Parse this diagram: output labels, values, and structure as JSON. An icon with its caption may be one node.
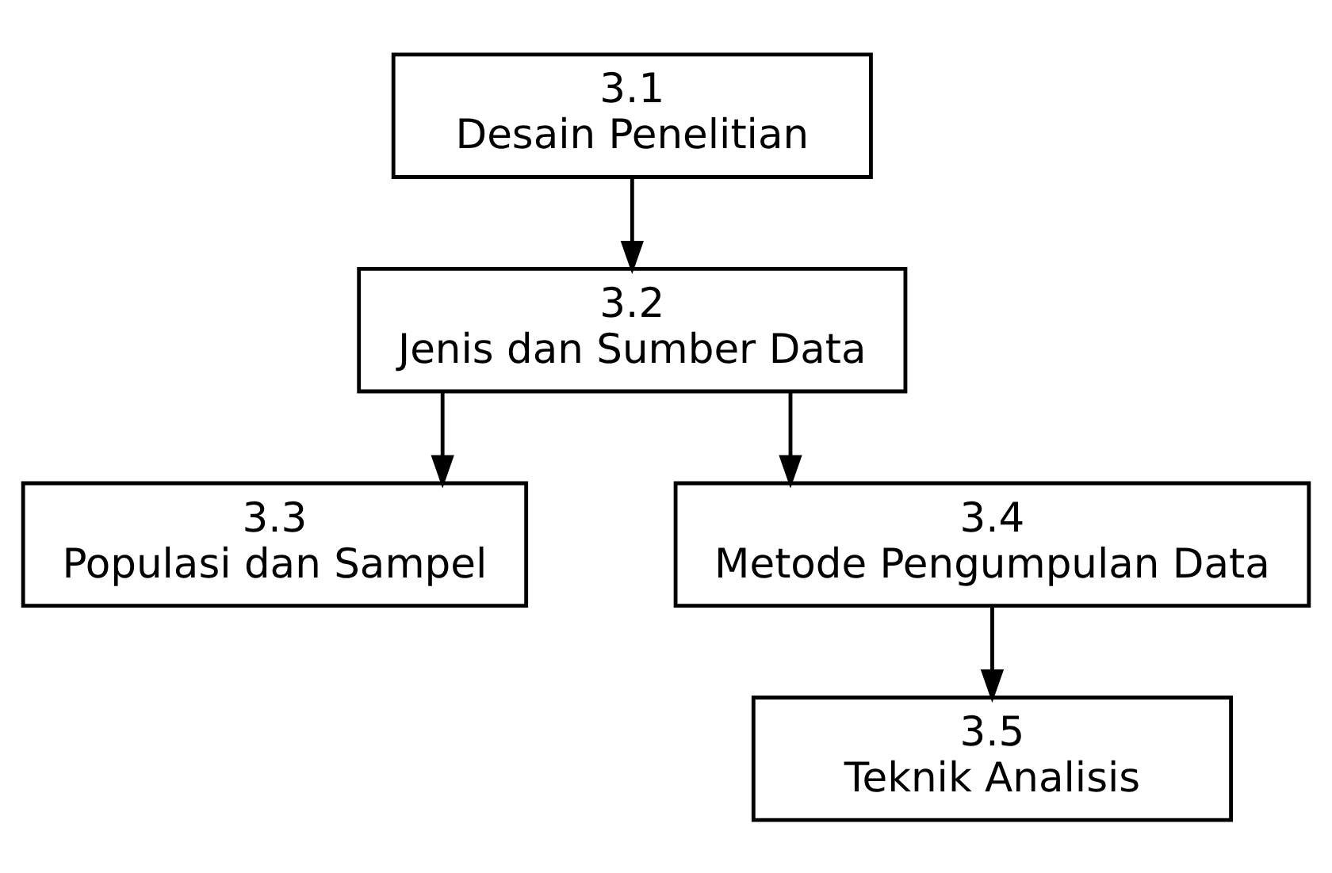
{
  "diagram": {
    "nodes": [
      {
        "text": [
          "3.1",
          "Desain Penelitian"
        ]
      },
      {
        "text": [
          "3.2",
          "Jenis dan Sumber Data"
        ]
      },
      {
        "text": [
          "3.3",
          "Populasi dan Sampel"
        ]
      },
      {
        "text": [
          "3.4",
          "Metode Pengumpulan Data"
        ]
      },
      {
        "text": [
          "3.5",
          "Teknik Analisis"
        ]
      }
    ],
    "edges": [
      {
        "from": 0,
        "to": 1,
        "arrow": "to"
      },
      {
        "from": 1,
        "to": 2,
        "arrow": "to"
      },
      {
        "from": 1,
        "to": 3,
        "arrow": "to"
      },
      {
        "from": 3,
        "to": 4,
        "arrow": "to"
      }
    ]
  }
}
